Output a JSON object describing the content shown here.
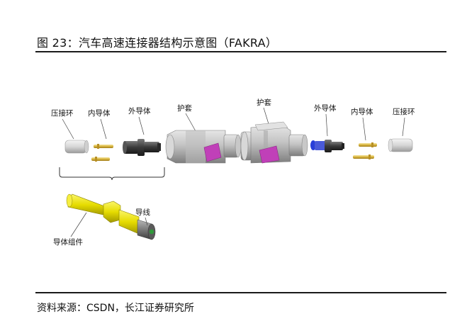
{
  "figure": {
    "title": "图 23：汽车高速连接器结构示意图（FAKRA）",
    "source": "资料来源：CSDN，长江证券研究所"
  },
  "labels": {
    "left_crimp_ring": "压接环",
    "left_inner_conductor": "内导体",
    "left_outer_conductor": "外导体",
    "left_housing": "护套",
    "right_housing": "护套",
    "right_outer_conductor": "外导体",
    "right_inner_conductor": "内导体",
    "right_crimp_ring": "压接环",
    "wire": "导线",
    "conductor_assembly": "导体组件"
  },
  "colors": {
    "housing_latch": "#c040b8",
    "conductor_yellow": "#e8e000",
    "accent_blue": "#2a3fd8"
  }
}
